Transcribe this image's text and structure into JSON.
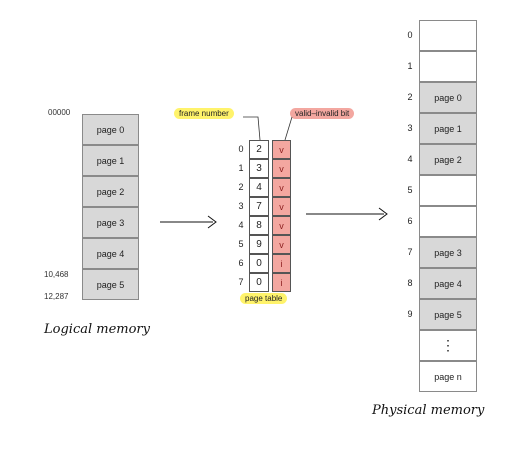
{
  "logical_memory": {
    "pages": [
      "page 0",
      "page 1",
      "page 2",
      "page 3",
      "page 4",
      "page 5"
    ],
    "addr_start": "00000",
    "addr_mid": "10,468",
    "addr_end": "12,287",
    "caption": "Logical memory"
  },
  "page_table": {
    "label": "page table",
    "frame_label": "frame number",
    "valid_label": "valid–invalid bit",
    "rows": [
      {
        "index": "0",
        "frame": "2",
        "bit": "v"
      },
      {
        "index": "1",
        "frame": "3",
        "bit": "v"
      },
      {
        "index": "2",
        "frame": "4",
        "bit": "v"
      },
      {
        "index": "3",
        "frame": "7",
        "bit": "v"
      },
      {
        "index": "4",
        "frame": "8",
        "bit": "v"
      },
      {
        "index": "5",
        "frame": "9",
        "bit": "v"
      },
      {
        "index": "6",
        "frame": "0",
        "bit": "i"
      },
      {
        "index": "7",
        "frame": "0",
        "bit": "i"
      }
    ]
  },
  "physical_memory": {
    "caption": "Physical memory",
    "frames": [
      {
        "index": "0",
        "label": "",
        "used": false
      },
      {
        "index": "1",
        "label": "",
        "used": false
      },
      {
        "index": "2",
        "label": "page 0",
        "used": true
      },
      {
        "index": "3",
        "label": "page 1",
        "used": true
      },
      {
        "index": "4",
        "label": "page 2",
        "used": true
      },
      {
        "index": "5",
        "label": "",
        "used": false
      },
      {
        "index": "6",
        "label": "",
        "used": false
      },
      {
        "index": "7",
        "label": "page 3",
        "used": true
      },
      {
        "index": "8",
        "label": "page 4",
        "used": true
      },
      {
        "index": "9",
        "label": "page 5",
        "used": true
      },
      {
        "index": "",
        "label": "⋮",
        "used": false
      },
      {
        "index": "",
        "label": "page n",
        "used": false
      }
    ]
  },
  "colors": {
    "cell_gray": "#d8d8d8",
    "border": "#8a8a8a",
    "valid_fill": "#f3a7a0",
    "frame_label_fill": "#fff36b",
    "valid_label_fill": "#f3a7a0",
    "table_label_fill": "#fff36b"
  }
}
